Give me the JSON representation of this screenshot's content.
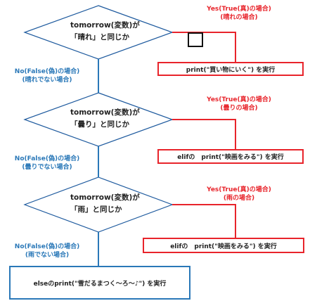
{
  "diagram": {
    "colors": {
      "yes": "#e8242b",
      "no": "#2a78b8",
      "diamond_border": "#1e5a9e",
      "line": "#2a78b8",
      "text": "#222222"
    },
    "decision1": {
      "line1": "tomorrow(変数)が",
      "line2": "「晴れ」と同じか"
    },
    "decision2": {
      "line1": "tomorrow(変数)が",
      "line2": "「曇り」と同じか"
    },
    "decision3": {
      "line1": "tomorrow(変数)が",
      "line2": "「雨」と同じか"
    },
    "yes1": {
      "line1": "Yes(True(真)の場合)",
      "line2": "(晴れの場合)"
    },
    "yes2": {
      "line1": "Yes(True(真)の場合)",
      "line2": "(曇りの場合)"
    },
    "yes3": {
      "line1": "Yes(True(真)の場合)",
      "line2": "(雨の場合)"
    },
    "no1": {
      "line1": "No(False(偽)の場合)",
      "line2": "(晴れでない場合)"
    },
    "no2": {
      "line1": "No(False(偽)の場合)",
      "line2": "(曇りでない場合)"
    },
    "no3": {
      "line1": "No(False(偽)の場合)",
      "line2": "(雨でない場合)"
    },
    "action1": "print(\"買い物にいく\") を実行",
    "action2": "elifの　print(\"映画をみる\") を実行",
    "action3": "elifの　print(\"映画をみる\") を実行",
    "action_else": "elseのprint(\"雪だるまつく～ろ～♪\") を実行"
  }
}
